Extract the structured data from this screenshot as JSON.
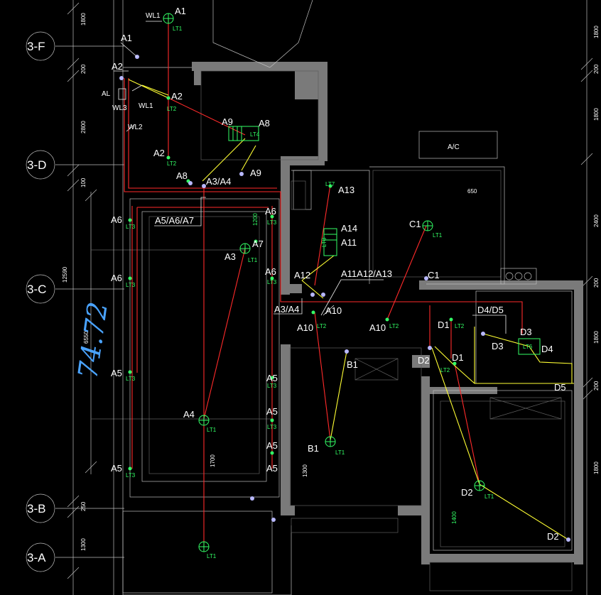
{
  "drawing": {
    "grid_axes": [
      "3-F",
      "3-D",
      "3-C",
      "3-B",
      "3-A"
    ],
    "dimensions_left": [
      "1800",
      "200",
      "2800",
      "100",
      "12590",
      "6550",
      "250",
      "1300"
    ],
    "dimensions_right": [
      "1800",
      "200",
      "1800",
      "2400",
      "200",
      "1800",
      "200",
      "1800"
    ],
    "dimensions_inner": [
      "1200",
      "1700",
      "650",
      "1300",
      "1400"
    ],
    "handwritten_note": "74.72",
    "appliance_labels": [
      "A/C",
      "AL"
    ],
    "circuit_labels": [
      "WL1",
      "WL1",
      "WL2",
      "WL3"
    ],
    "group_labels": [
      "A5/A6/A7",
      "A3/A4",
      "A3/A4",
      "A11A12/A13",
      "D4/D5"
    ],
    "fixture_labels": [
      "A1",
      "A1",
      "A2",
      "A2",
      "A2",
      "A3",
      "A4",
      "A5",
      "A5",
      "A5",
      "A5",
      "A5",
      "A5",
      "A6",
      "A6",
      "A6",
      "A6",
      "A7",
      "A8",
      "A8",
      "A9",
      "A9",
      "A10",
      "A10",
      "A10",
      "A11",
      "A12",
      "A13",
      "A14",
      "B1",
      "B1",
      "C1",
      "C1",
      "D1",
      "D1",
      "D2",
      "D2",
      "D2",
      "D3",
      "D3",
      "D4",
      "D5"
    ],
    "lamp_types": [
      "LT1",
      "LT2",
      "LT3",
      "LT4",
      "LT6",
      "LT7",
      "LT8"
    ]
  }
}
